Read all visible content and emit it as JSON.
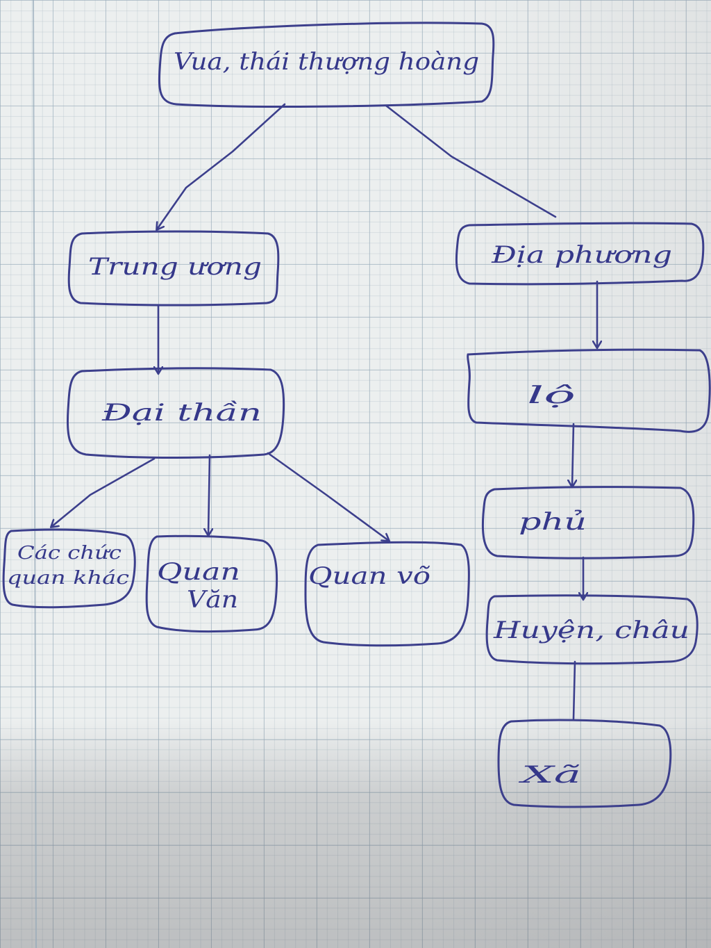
{
  "nodes": {
    "vua": "Vua, thái thượng hoàng",
    "trung_uong": "Trung ương",
    "dia_phuong": "Địa phương",
    "dai_than": "Đại thần",
    "lo": "lộ",
    "cac_chuc_quan_line1": "Các chức",
    "cac_chuc_quan_line2": "quan khác",
    "quan_van_line1": "Quan",
    "quan_van_line2": "Văn",
    "quan_vo": "Quan võ",
    "phu": "phủ",
    "huyen_chau": "Huyện, châu",
    "xa": "Xã"
  },
  "edges": [
    {
      "from": "vua",
      "to": "trung_uong",
      "arrow": true
    },
    {
      "from": "vua",
      "to": "dia_phuong",
      "arrow": false
    },
    {
      "from": "trung_uong",
      "to": "dai_than",
      "arrow": true
    },
    {
      "from": "dai_than",
      "to": "cac_chuc_quan",
      "arrow": true
    },
    {
      "from": "dai_than",
      "to": "quan_van",
      "arrow": true
    },
    {
      "from": "dai_than",
      "to": "quan_vo",
      "arrow": true
    },
    {
      "from": "dia_phuong",
      "to": "lo",
      "arrow": true
    },
    {
      "from": "lo",
      "to": "phu",
      "arrow": true
    },
    {
      "from": "phu",
      "to": "huyen_chau",
      "arrow": true
    },
    {
      "from": "huyen_chau",
      "to": "xa",
      "arrow": false
    }
  ],
  "style": {
    "ink_color": "#3c3f8c",
    "paper_color": "#ecefef",
    "grid_color": "#96aab9"
  }
}
